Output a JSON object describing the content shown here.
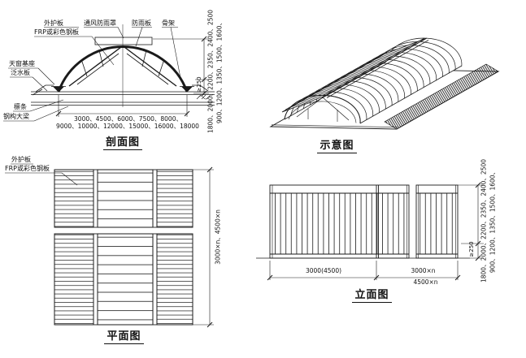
{
  "drawing": {
    "section": {
      "title": "剖面图",
      "labels": {
        "outer_panel": "外护板",
        "outer_panel_material": "FRP或彩色钢板",
        "vent_rain_cover": "通风防雨罩",
        "rain_shield": "防雨板",
        "frame": "骨架",
        "skylight_base": "天窗基座",
        "flashing": "泛水板",
        "purlin": "檩条",
        "steel_beam": "钢构大梁"
      },
      "width_dims_line1": "3000、4500、6000、7500、8000、",
      "width_dims_line2": "9000、10000、12000、15000、16000、18000",
      "height_dims_line1": "900、1200、1350、1500、1600、",
      "height_dims_line2": "1800、2000、2200、2350、2400、2500",
      "curb_dim": "≥250"
    },
    "schematic": {
      "title": "示意图"
    },
    "plan": {
      "title": "平面图",
      "labels": {
        "outer_panel": "外护板",
        "outer_panel_material": "FRP或彩色钢板"
      },
      "length_dim": "3000×n、4500×n"
    },
    "elevation": {
      "title": "立面图",
      "span_dim": "3000(4500)",
      "module_dim": "3000×n",
      "module_dim2": "4500×n",
      "height_dims_line1": "900、1200、1350、1500、1600、",
      "height_dims_line2": "1800、2000、2200、2350、2400、2500",
      "curb_dim": "≥250"
    }
  }
}
